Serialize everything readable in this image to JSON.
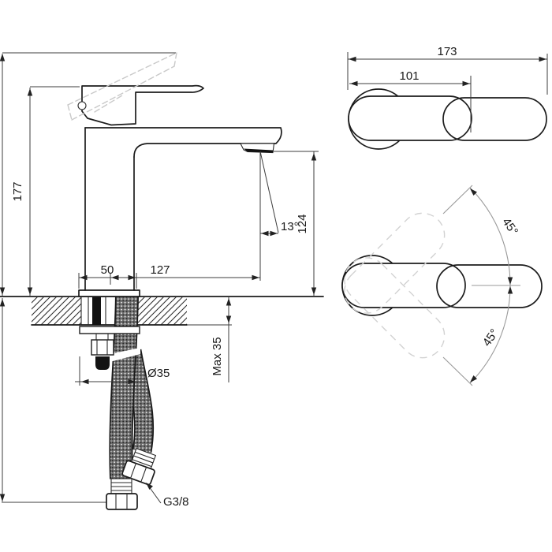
{
  "drawing": {
    "side_view": {
      "total_height": "177",
      "body_width": "50",
      "spout_reach": "127",
      "stream_angle": "13°",
      "spout_height": "124",
      "max_deck_thickness": "Max 35",
      "hole_diameter": "Ø35",
      "connection_thread": "G3/8"
    },
    "top_view": {
      "total_length": "173",
      "spout_length": "101"
    },
    "swivel_view": {
      "swivel_angle_up": "45°",
      "swivel_angle_down": "45°"
    },
    "colors": {
      "line": "#1c1c1c",
      "dimension": "#3d3d3d",
      "ghost_dash": "#c9c9c9",
      "hose": "#6e6e6e"
    }
  }
}
